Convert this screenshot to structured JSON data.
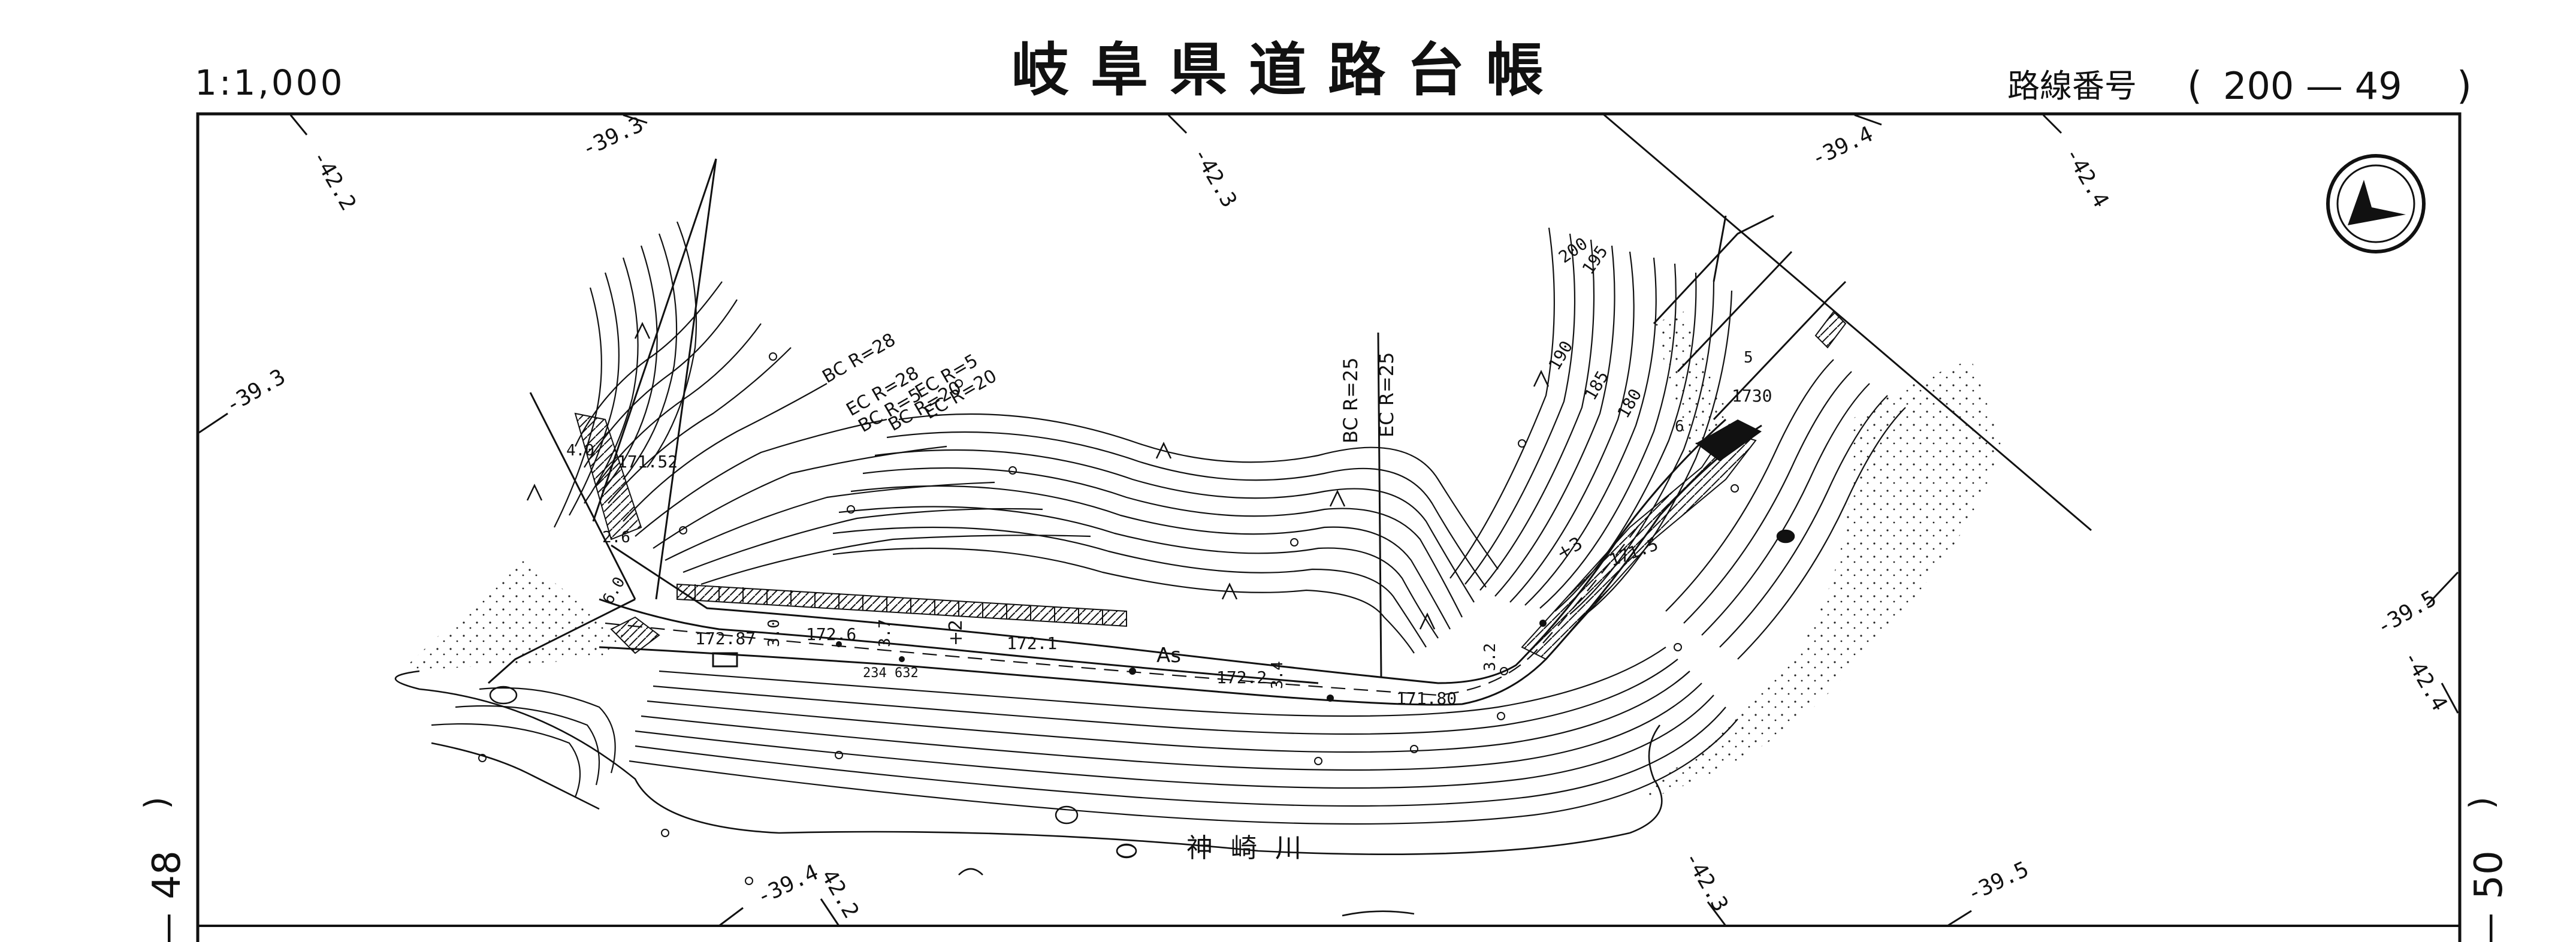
{
  "header": {
    "scale": "1:1,000",
    "title": "岐阜県道路台帳",
    "route_label": "路線番号",
    "route_open": "(",
    "route_number": "200 — 49",
    "route_close": ")"
  },
  "side": {
    "left_paren": ")",
    "left_number": "48",
    "left_dash": "—",
    "right_paren": ")",
    "right_number": "50",
    "right_dash": "—"
  },
  "grid_labels": {
    "top_1": "-42.2",
    "top_2": "-39.3",
    "top_3": "-42.3",
    "top_4": "-39.4",
    "top_5": "-42.4",
    "left_1": "-39.3",
    "right_1": "-39.5",
    "right_2": "-42.4",
    "bottom_1": "-39.4",
    "bottom_2": "42.2",
    "bottom_3": "-42.3",
    "bottom_4": "-39.5"
  },
  "curve_labels": {
    "bc_r28_top": "BC R=28",
    "ec_r28": "EC R=28",
    "bc_r5": "BC R=5",
    "ec_r5": "EC R=5",
    "bc_r20": "BC R=20",
    "ec_r20": "EC R=20",
    "bc_r25": "BC R=25",
    "ec_r25": "EC R=25"
  },
  "elevations": {
    "e17152": "171.52",
    "e17287": "172.87",
    "e1726": "172.6",
    "e1721": "172.1",
    "e1722": "172.2",
    "e17180": "171.80",
    "e1715": "171.5",
    "e1730": "1730",
    "c200": "200",
    "c195": "195",
    "c190": "190",
    "c185": "185",
    "c180": "180"
  },
  "dimensions": {
    "d40": "4.0",
    "d26": "2.6",
    "d60": "6.0",
    "d30": "3.0",
    "d37": "3.7",
    "d34": "3.4",
    "d32": "3.2",
    "d6": "6",
    "d5": "5"
  },
  "road": {
    "surface": "As",
    "station_2": "+2",
    "station_3": "+3",
    "marker_num": "234\n632"
  },
  "river": {
    "name": "神 崎 川"
  },
  "north_arrow": {
    "icon": "north-arrow-icon"
  }
}
